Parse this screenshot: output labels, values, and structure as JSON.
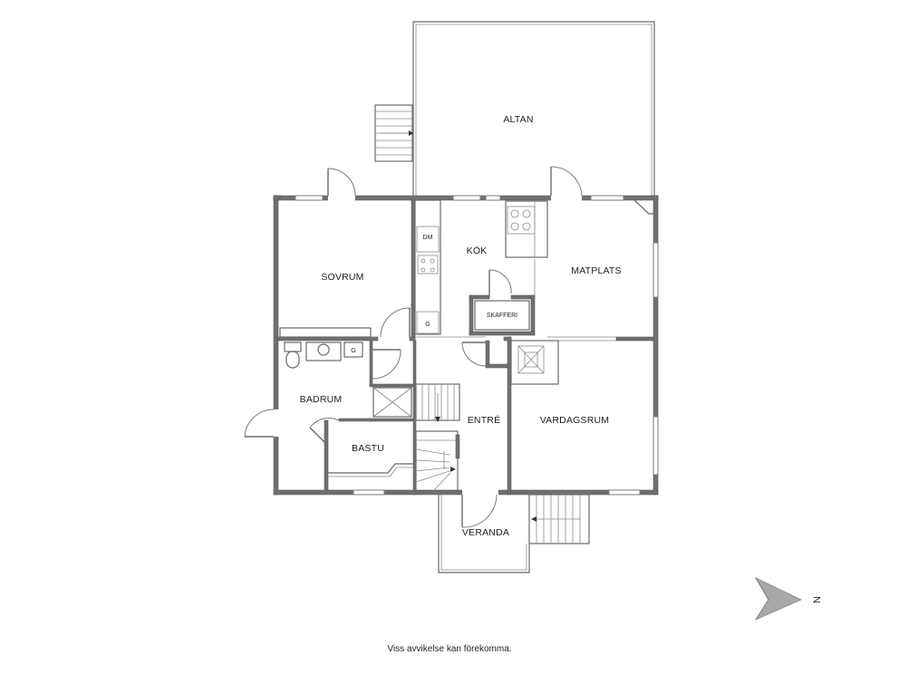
{
  "rooms": {
    "altan": "ALTAN",
    "sovrum": "SOVRUM",
    "kok": "KÖK",
    "matplats": "MATPLATS",
    "skafferi": "SKAFFERI",
    "badrum": "BADRUM",
    "bastu": "BASTU",
    "entre": "ENTRÉ",
    "vardagsrum": "VARDAGSRUM",
    "veranda": "VERANDA"
  },
  "fixtures": {
    "dm": "DM",
    "g_kitchen": "G",
    "g_bath": "G"
  },
  "compass": {
    "label": "N"
  },
  "footer": {
    "note": "Viss avvikelse kan förekomma."
  }
}
